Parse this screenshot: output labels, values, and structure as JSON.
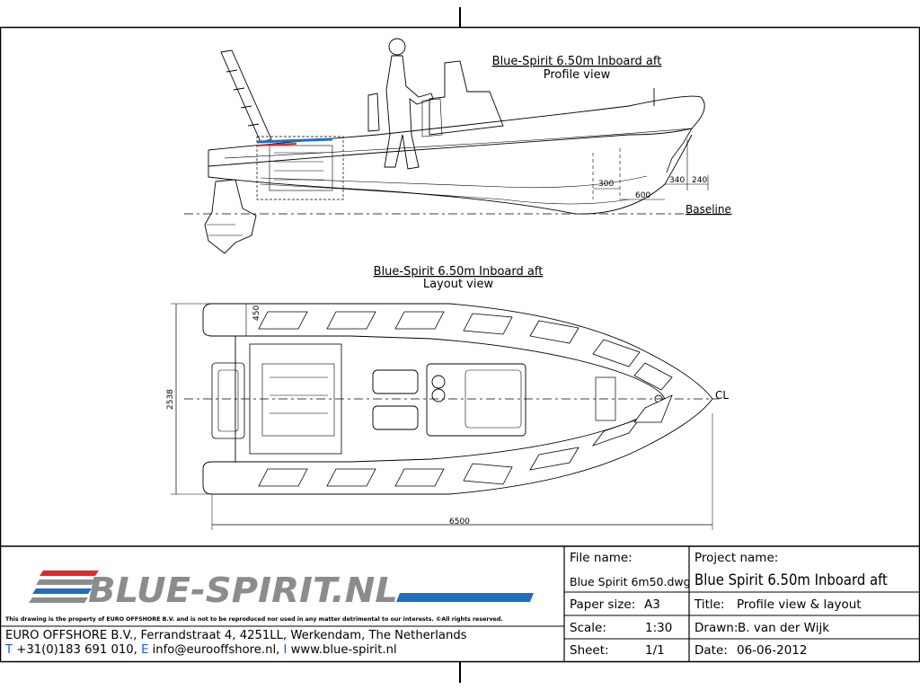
{
  "profile": {
    "title": "Blue-Spirit 6.50m Inboard aft",
    "subtitle": "Profile view",
    "dims": [
      "300",
      "600",
      "340",
      "240"
    ],
    "baseline_label": "Baseline"
  },
  "layout": {
    "title": "Blue-Spirit 6.50m Inboard aft",
    "subtitle": "Layout view",
    "dim_width_top": "450",
    "dim_beam": "2538",
    "dim_length": "6500",
    "cl_label": "CL"
  },
  "logo": {
    "text": "BLUE-SPIRIT.NL",
    "colors": {
      "red": "#e0292b",
      "blue": "#1f6fbf",
      "gray": "#8a8c8e"
    }
  },
  "footer": {
    "notice": "This drawing is the property of EURO OFFSHORE B.V. and is not to be reproduced nor used in any matter detrimental to our interests. ©All rights reserved.",
    "company": "EURO OFFSHORE B.V., Ferrandstraat 4, 4251LL, Werkendam, The Netherlands",
    "t_prefix": "T",
    "phone": "+31(0)183 691 010,",
    "e_prefix": "E",
    "email": "info@eurooffshore.nl,",
    "i_prefix": "I",
    "web": "www.blue-spirit.nl"
  },
  "title_block": {
    "file_name_label": "File name:",
    "file_name": "Blue Spirit 6m50.dwg",
    "paper_size_label": "Paper size:",
    "paper_size": "A3",
    "scale_label": "Scale:",
    "scale": "1:30",
    "sheet_label": "Sheet:",
    "sheet": "1/1",
    "project_name_label": "Project name:",
    "project_name": "Blue Spirit 6.50m Inboard aft",
    "title_label": "Title:",
    "title": "Profile view & layout",
    "drawn_label": "Drawn:",
    "drawn": "B. van der Wijk",
    "date_label": "Date:",
    "date": "06-06-2012"
  }
}
